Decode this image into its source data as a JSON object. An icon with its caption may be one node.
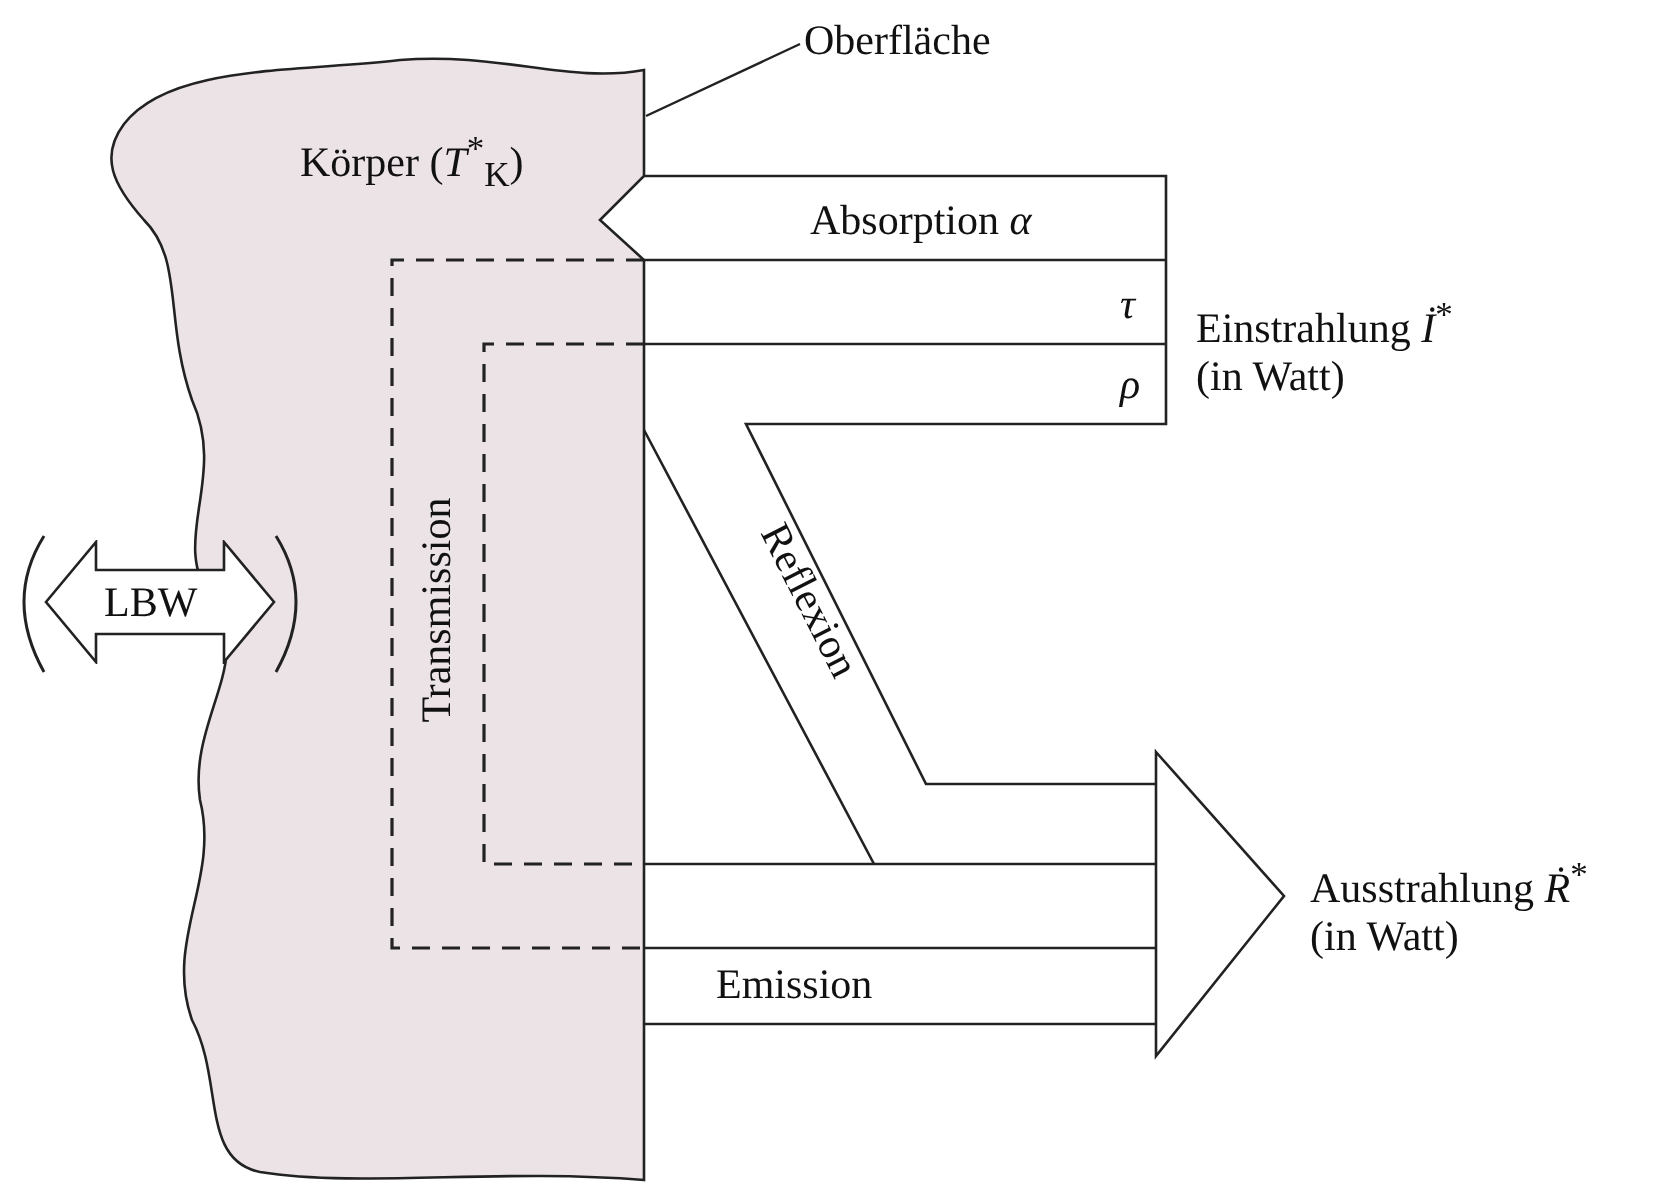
{
  "diagram": {
    "nodes": [
      {
        "text": [
          "Körper (*T*$^{*}$$_{K}$)"
        ]
      },
      {
        "text": [
          "Oberfläche"
        ]
      },
      {
        "text": [
          "LBW"
        ]
      }
    ],
    "edges": [
      {
        "from": 1,
        "to": 0,
        "arrow": "none"
      }
    ],
    "labels": [
      "Absorption *α*",
      "Einstrahlung *İ*$^{*}$ (in Watt)",
      "*τ*",
      "*ρ*",
      "Transmission",
      "Reflexion",
      "Ausstrahlung *Ṙ*$^{*}$ (in Watt)",
      "Emission"
    ]
  }
}
